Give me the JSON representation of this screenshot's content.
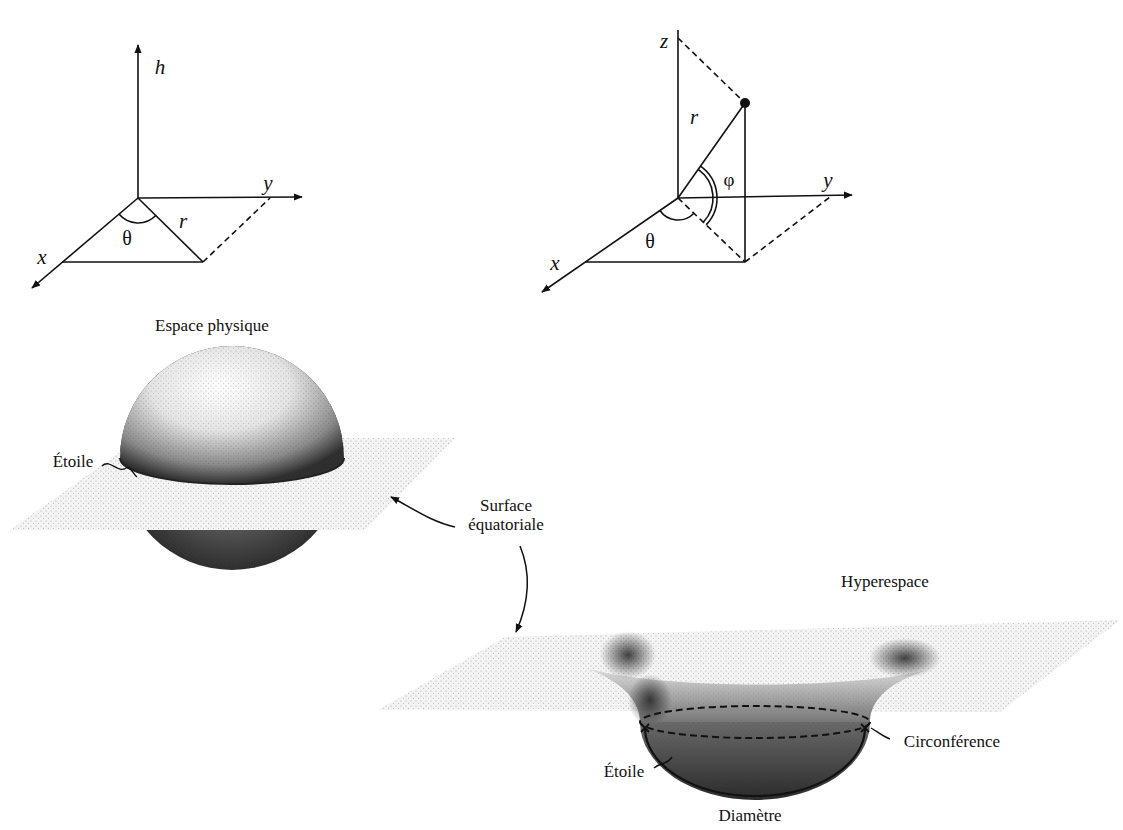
{
  "diagram": {
    "labels": [
      "h",
      "x",
      "θ",
      "r",
      "y",
      "z",
      "r",
      "φ",
      "y",
      "x",
      "θ",
      "Espace physique",
      "Étoile",
      "Surface équatoriale",
      "Hyperespace",
      "Circonférence",
      "Étoile",
      "Diamètre"
    ]
  }
}
